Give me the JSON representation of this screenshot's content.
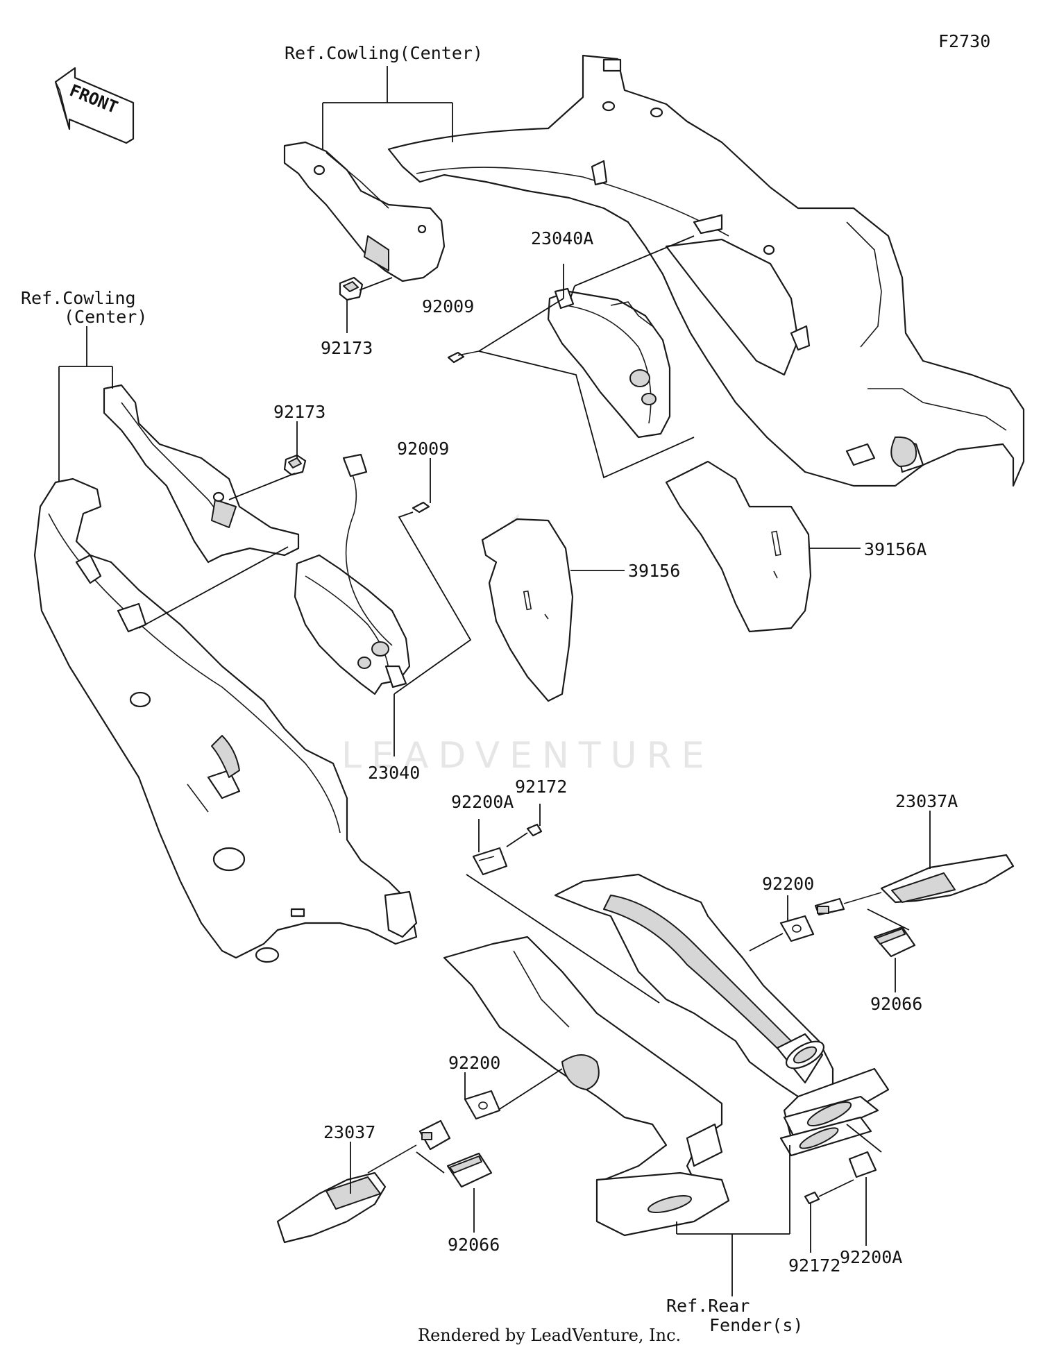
{
  "diagram": {
    "code": "F2730",
    "direction_arrow": "FRONT",
    "watermark": "LEADVENTURE",
    "footer": "Rendered by LeadVenture, Inc."
  },
  "labels": {
    "ref_cowling_top": "Ref.Cowling(Center)",
    "ref_cowling_left_1": "Ref.Cowling",
    "ref_cowling_left_2": "(Center)",
    "p92173_top": "92173",
    "p23040A": "23040A",
    "p92009_top": "92009",
    "p92173_mid": "92173",
    "p92009_mid": "92009",
    "p39156": "39156",
    "p39156A": "39156A",
    "p23040": "23040",
    "p92200A_top": "92200A",
    "p92172_top": "92172",
    "p23037A": "23037A",
    "p92200_right": "92200",
    "p92066_right": "92066",
    "p92200_left": "92200",
    "p23037": "23037",
    "p92066_left": "92066",
    "p92172_bottom": "92172",
    "p92200A_bottom": "92200A",
    "ref_rear_1": "Ref.Rear",
    "ref_rear_2": "Fender(s)"
  },
  "colors": {
    "line": "#1a1a1a",
    "shade": "#d6d6d6",
    "watermark": "#e6e6e6"
  }
}
